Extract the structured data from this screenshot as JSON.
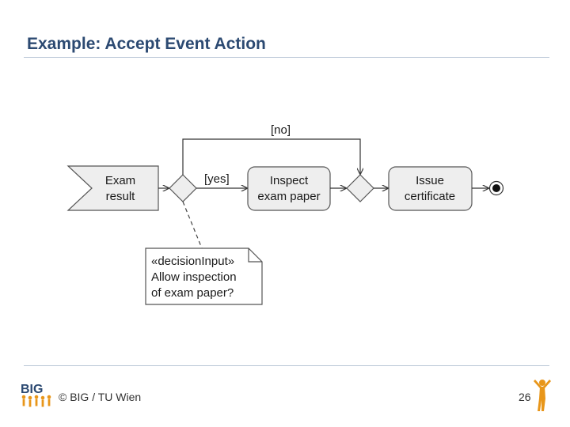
{
  "slide": {
    "title": "Example: Accept Event Action"
  },
  "diagram": {
    "accept_event": {
      "line1": "Exam",
      "line2": "result"
    },
    "inspect_action": {
      "line1": "Inspect",
      "line2": "exam paper"
    },
    "issue_action": {
      "line1": "Issue",
      "line2": "certificate"
    },
    "guard_yes": "[yes]",
    "guard_no": "[no]",
    "note": {
      "line1": "«decisionInput»",
      "line2": "Allow inspection",
      "line3": "of exam paper?"
    },
    "colors": {
      "node_fill": "#eeeeee",
      "border": "#555555"
    }
  },
  "footer": {
    "logo_text": "BIG",
    "copyright": "© BIG / TU Wien",
    "page_number": "26"
  }
}
